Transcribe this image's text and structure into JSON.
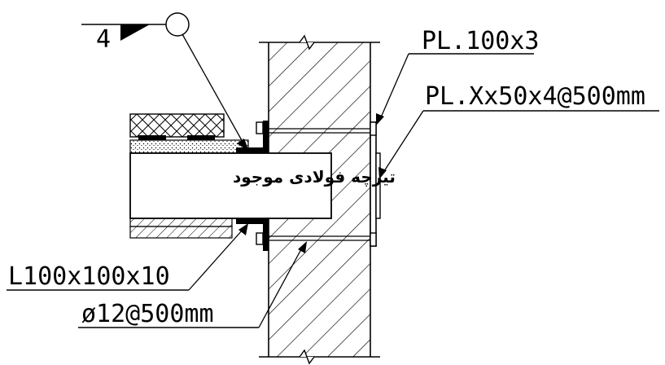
{
  "labels": {
    "weld_size": "4",
    "plate_top": "PL.100x3",
    "plate_side": "PL.Xx50x4@500mm",
    "beam_text": "تیرچه فولادی موجود",
    "angle": "L100x100x10",
    "rod": "ø12@500mm"
  },
  "colors": {
    "line": "#000000",
    "background": "#ffffff",
    "hatch": "#000000"
  }
}
